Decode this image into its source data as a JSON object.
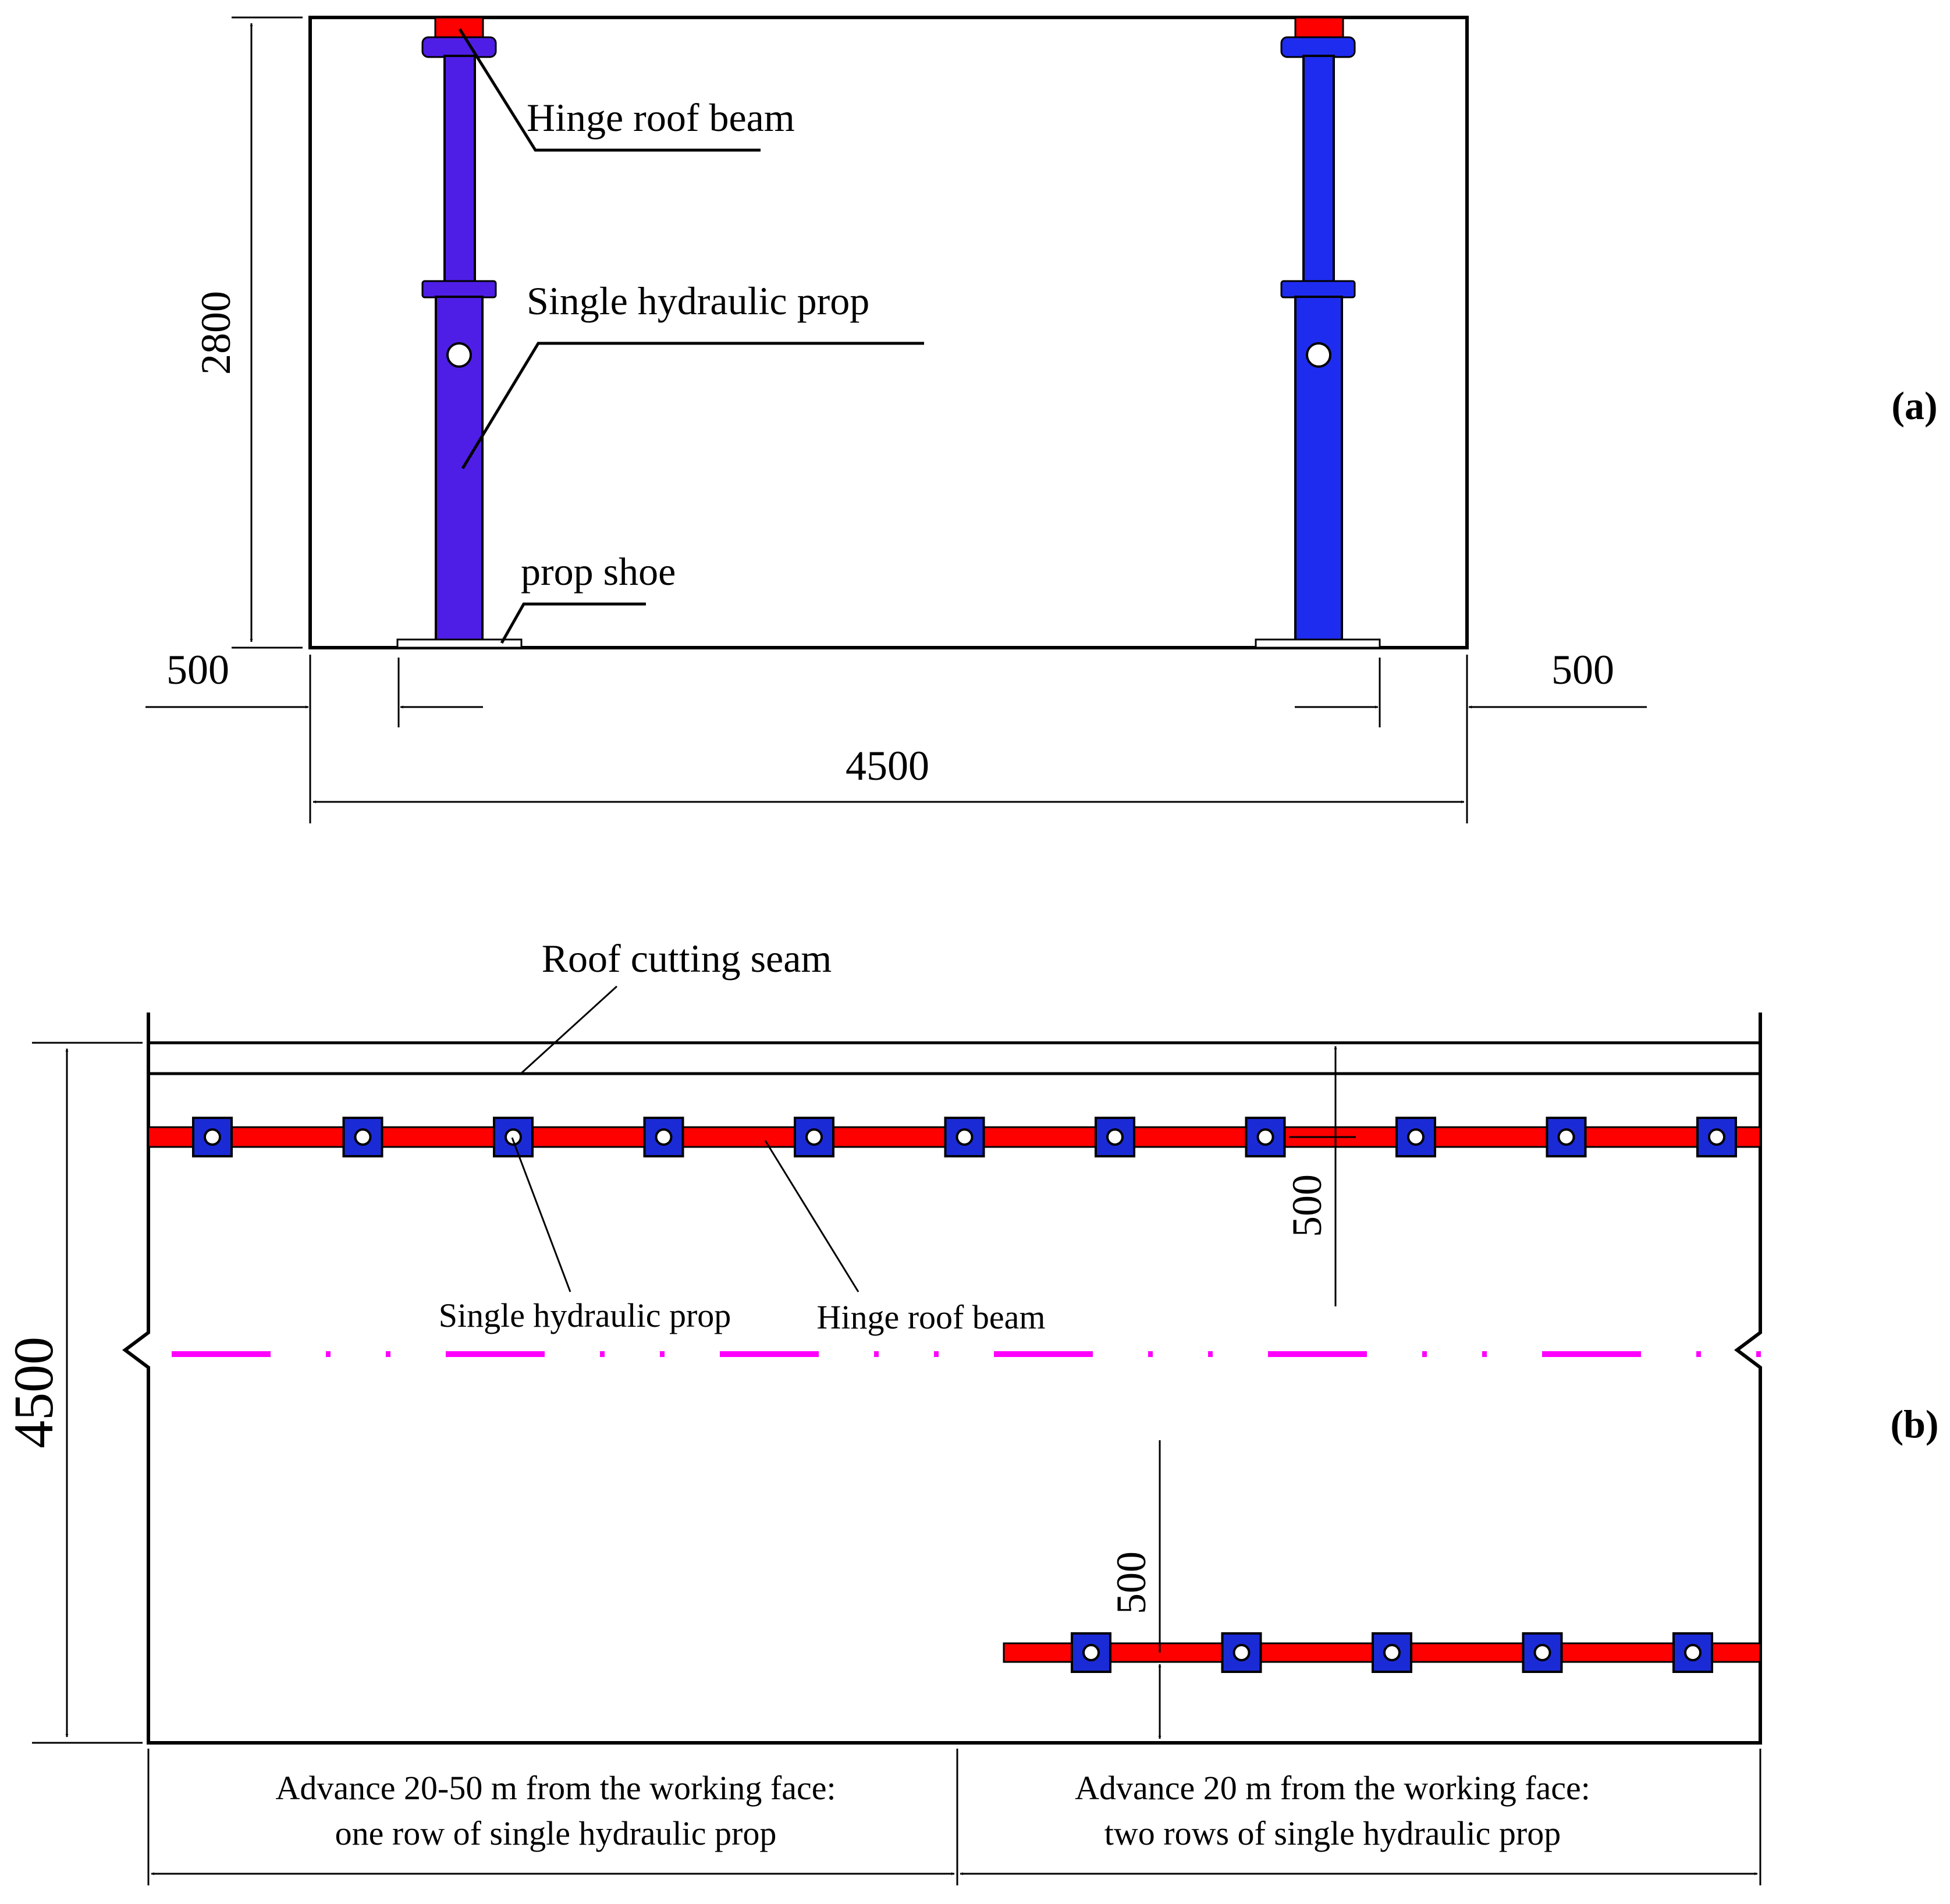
{
  "panel_a": {
    "tag": "(a)",
    "labels": {
      "hinge_roof_beam": "Hinge roof beam",
      "single_hydraulic_prop": "Single hydraulic prop",
      "prop_shoe": "prop shoe"
    },
    "dimensions": {
      "height": "2800",
      "left_offset": "500",
      "right_offset": "500",
      "width": "4500"
    }
  },
  "panel_b": {
    "tag": "(b)",
    "labels": {
      "roof_cutting_seam": "Roof cutting seam",
      "single_hydraulic_prop": "Single hydraulic prop",
      "hinge_roof_beam": "Hinge roof beam"
    },
    "dimensions": {
      "height": "4500",
      "top_row_offset": "500",
      "bottom_row_offset": "500"
    },
    "zones": {
      "left_line1": "Advance 20-50 m from the working face:",
      "left_line2": "one row of single hydraulic prop",
      "right_line1": "Advance 20 m from the working face:",
      "right_line2": "two rows of single hydraulic prop"
    }
  },
  "colors": {
    "beam": "#ff0000",
    "prop_left": "#4f1ee6",
    "prop_right": "#1e2cf0",
    "prop_square": "#1a2bd6",
    "centerline": "#ff00ff"
  }
}
